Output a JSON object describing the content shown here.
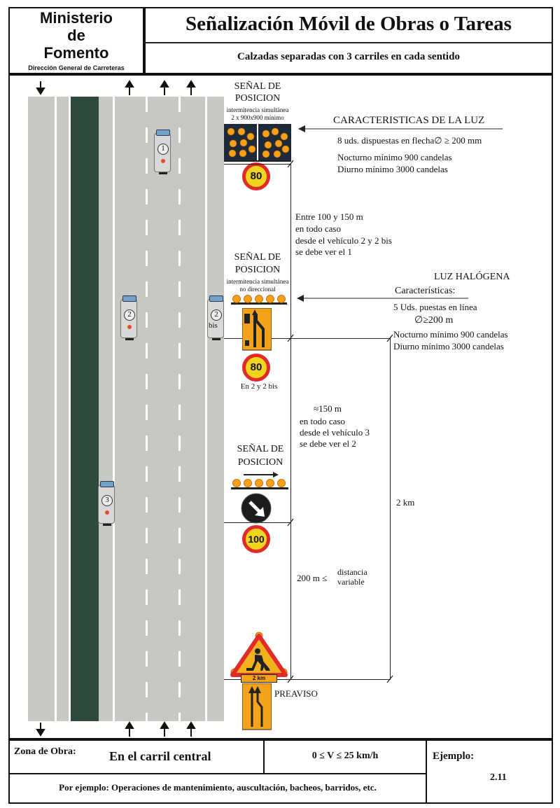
{
  "header": {
    "org_line1": "Ministerio",
    "org_line2": "de",
    "org_line3": "Fomento",
    "org_sub": "Dirección General de Carreteras",
    "title": "Señalización Móvil de Obras o Tareas",
    "subtitle": "Calzadas separadas con 3 carriles en cada sentido"
  },
  "diagram": {
    "sign1": {
      "title1": "SEÑAL DE",
      "title2": "POSICION",
      "note1": "intermitencia simultánea",
      "note2": "2 x 900x900 mínimo",
      "speed": "80"
    },
    "light1": {
      "title": "CARACTERISTICAS DE LA LUZ",
      "l1": "8 uds. dispuestas en flecha",
      "l1b": "∅ ≥ 200 mm",
      "l2": "Nocturno mínimo 900 candelas",
      "l3": "Diurno mínimo 3000 candelas"
    },
    "dist1": {
      "l1": "Entre 100 y 150 m",
      "l2": "en todo caso",
      "l3": "desde el vehículo 2 y 2 bis",
      "l4": "se debe ver el 1"
    },
    "sign2": {
      "title1": "SEÑAL DE",
      "title2": "POSICION",
      "note1": "intermitencia simultánea",
      "note2": "no direccional",
      "speed": "80",
      "speed_note": "En 2 y 2 bis"
    },
    "light2": {
      "title": "LUZ HALÓGENA",
      "l1": "Características:",
      "l2": "5 Uds. puestas en línea",
      "l3": "∅≥200 m",
      "l4": "Nocturno mínimo 900 candelas",
      "l5": "Diurno mínimo 3000 candelas"
    },
    "dist2": {
      "l1": "≈150 m",
      "l2": "en todo caso",
      "l3": "desde el vehículo 3",
      "l4": "se debe ver el 2"
    },
    "sign3": {
      "title1": "SEÑAL DE",
      "title2": "POSICION",
      "speed": "100"
    },
    "dist_total": "2 km",
    "dist3": {
      "l1": "200 m ≤",
      "l2a": "distancia",
      "l2b": "variable"
    },
    "preaviso": "PREAVISO",
    "plate": "2 km",
    "vehicles": [
      {
        "num": "1"
      },
      {
        "num": "2"
      },
      {
        "num": "2",
        "bis": "bis"
      },
      {
        "num": "3"
      }
    ]
  },
  "footer": {
    "zona_label": "Zona de Obra:",
    "zona_value": "En el carril central",
    "speed_range": "0 ≤ V ≤ 25 km/h",
    "ejemplo_label": "Ejemplo:",
    "ejemplo_value": "2.11",
    "por_ejemplo": "Por ejemplo: Operaciones de mantenimiento, auscultación, bacheos, barridos, etc."
  }
}
